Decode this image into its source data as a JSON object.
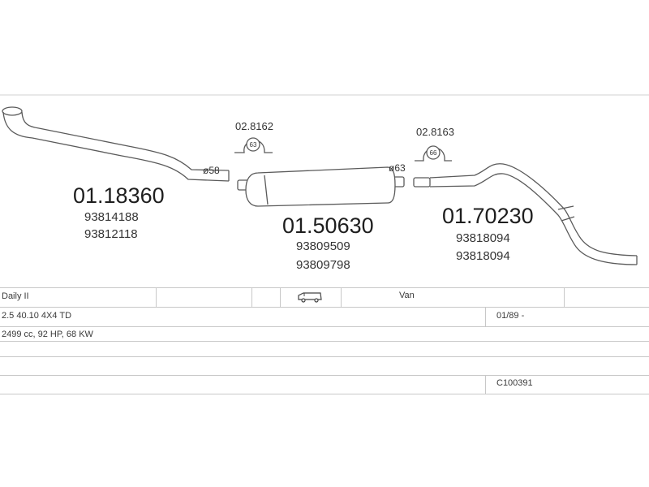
{
  "parts": {
    "front_pipe": {
      "part_no": "01.18360",
      "oem": [
        "93814188",
        "93812118"
      ],
      "diameter": "ø58"
    },
    "middle_silencer": {
      "part_no": "01.50630",
      "oem": [
        "93809509",
        "93809798"
      ],
      "diameter": "ø63"
    },
    "rear_pipe": {
      "part_no": "01.70230",
      "oem": [
        "93818094",
        "93818094"
      ]
    },
    "clamp_front": {
      "part_no": "02.8162",
      "size": "63"
    },
    "clamp_rear": {
      "part_no": "02.8163",
      "size": "66"
    }
  },
  "vehicle": {
    "model": "Daily II",
    "body": "Van",
    "engine": "2.5 40.10 4X4 TD",
    "date_range": "01/89 -",
    "specs": "2499 cc, 92 HP, 68 KW",
    "code": "C100391",
    "body_icon": "van-icon"
  },
  "colors": {
    "line": "#5a5a5a",
    "grid": "#c8c8c8",
    "text": "#2a2a2a"
  }
}
